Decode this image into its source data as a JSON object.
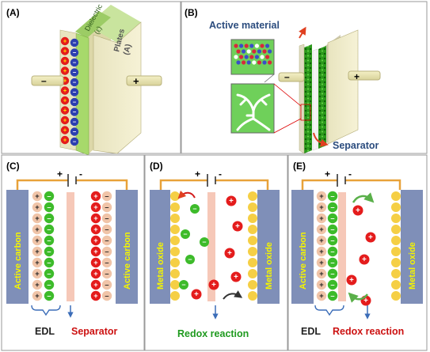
{
  "panels": {
    "a": {
      "tag": "(A)",
      "dielectric_label": "Dielectric",
      "dielectric_symbol": "(ε)",
      "plates_label": "Plates",
      "plates_symbol": "(A)",
      "minus": "–",
      "plus": "+"
    },
    "b": {
      "tag": "(B)",
      "active_material": "Active material",
      "separator": "Separator",
      "minus": "–",
      "plus": "+"
    },
    "c": {
      "tag": "(C)",
      "electrode_left": "Active carbon",
      "electrode_right": "Active carbon",
      "caption_left": "EDL",
      "caption_right": "Separator",
      "plus": "+",
      "minus": "-"
    },
    "d": {
      "tag": "(D)",
      "electrode_left": "Metal oxide",
      "electrode_right": "Metal oxide",
      "caption": "Redox reaction",
      "plus": "+",
      "minus": "-"
    },
    "e": {
      "tag": "(E)",
      "electrode_left": "Active carbon",
      "electrode_right": "Metal oxide",
      "caption_left": "EDL",
      "caption_right": "Redox reaction",
      "plus": "+",
      "minus": "-"
    }
  },
  "colors": {
    "border": "#9a9a9a",
    "electrode": "#7f8fb8",
    "electrode_text": "#f5f500",
    "wire": "#e8a23a",
    "pos_ion": "#e41c1c",
    "neg_ion": "#3dbb2a",
    "edl_ion": "#f0c4a8",
    "oxide": "#f5cf45",
    "separator": "#f6c8b8",
    "green_material": "#2c9a1c",
    "blue_text": "#2b4c7e",
    "red_text": "#cc1111",
    "green_text": "#1f9a1f"
  }
}
